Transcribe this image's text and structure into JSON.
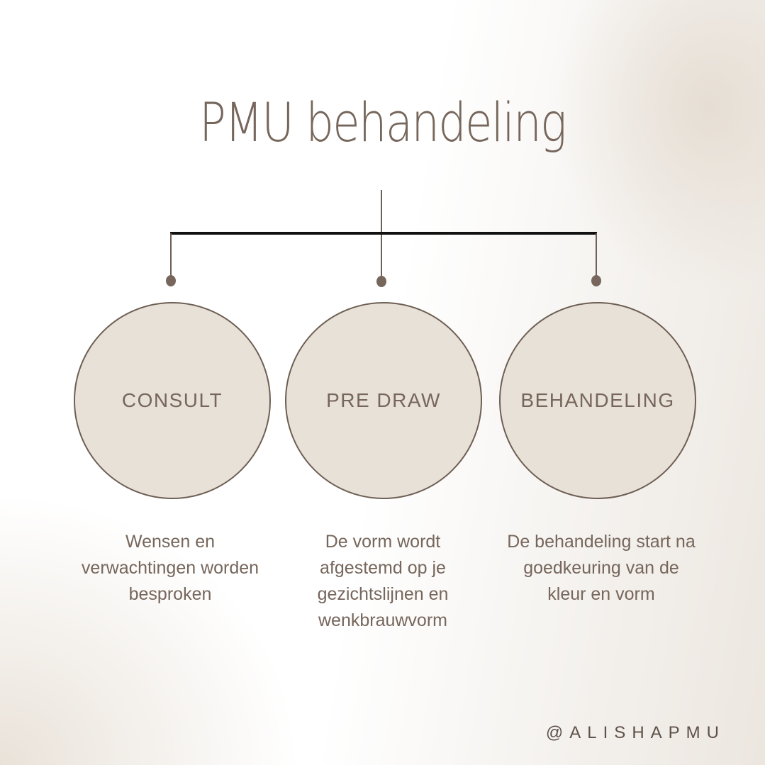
{
  "title": "PMU behandeling",
  "steps": [
    {
      "label": "CONSULT",
      "description": "Wensen en verwachtingen worden besproken"
    },
    {
      "label": "PRE DRAW",
      "description": "De vorm wordt afgestemd op je gezichtslijnen en wenkbrauwvorm"
    },
    {
      "label": "BEHANDELING",
      "description": "De behandeling start na goedkeuring van de kleur en vorm"
    }
  ],
  "handle": "@ALISHAPMU",
  "colors": {
    "text": "#76665b",
    "circle_fill": "#e8e1d8",
    "circle_stroke": "#6e5f54",
    "connector": "#111111"
  }
}
